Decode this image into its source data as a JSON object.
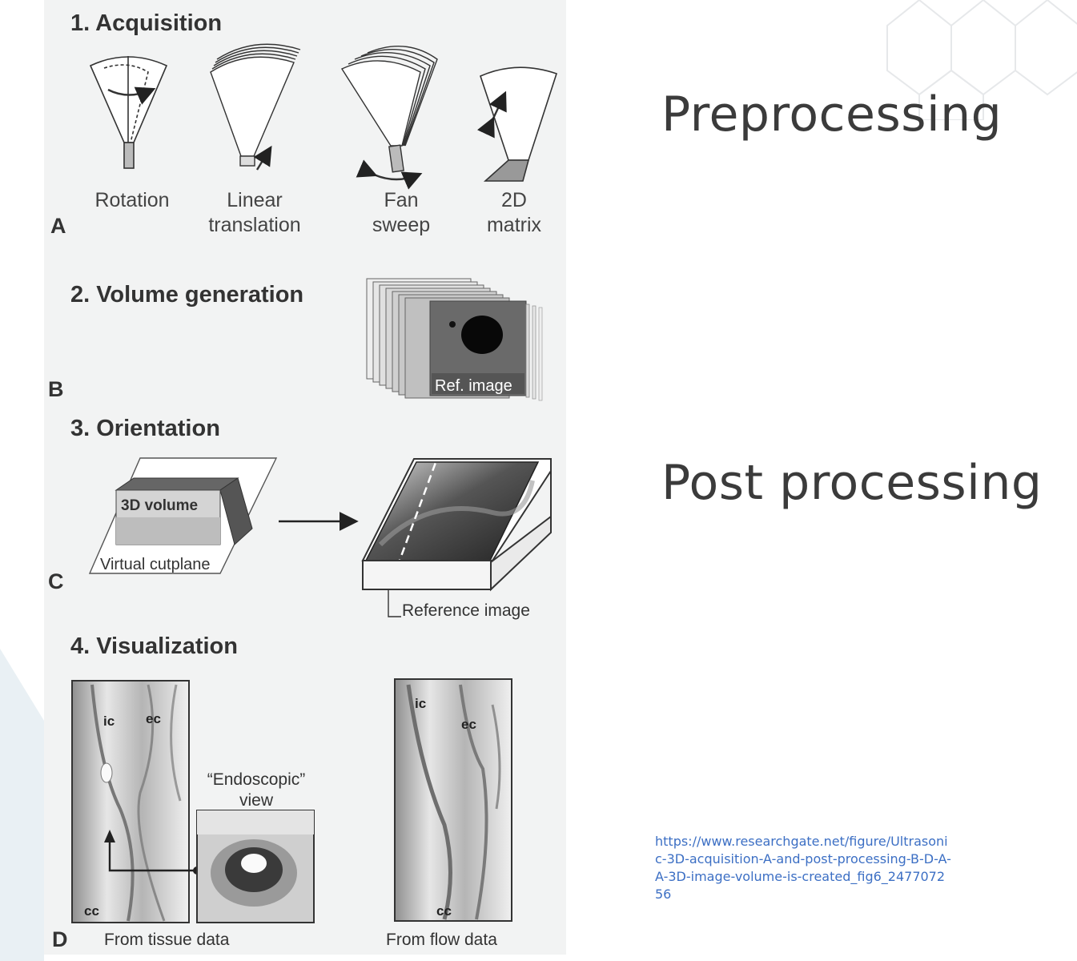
{
  "slide": {
    "heading_preprocessing": "Preprocessing",
    "heading_postprocessing": "Post processing",
    "source_link": "https://www.researchgate.net/figure/Ultrasonic-3D-acquisition-A-and-post-processing-B-D-A-A-3D-image-volume-is-created_fig6_247707256",
    "link_color": "#3c6fc4"
  },
  "figure": {
    "section1": {
      "title": "1. Acquisition",
      "letter": "A",
      "methods": [
        {
          "line1": "Rotation",
          "line2": ""
        },
        {
          "line1": "Linear",
          "line2": "translation"
        },
        {
          "line1": "Fan",
          "line2": "sweep"
        },
        {
          "line1": "2D",
          "line2": "matrix"
        }
      ]
    },
    "section2": {
      "title": "2. Volume generation",
      "letter": "B",
      "ref_label": "Ref. image"
    },
    "section3": {
      "title": "3. Orientation",
      "letter": "C",
      "volume_label": "3D volume",
      "cutplane_label": "Virtual cutplane",
      "reference_label": "Reference image"
    },
    "section4": {
      "title": "4. Visualization",
      "letter": "D",
      "endoscopic_line1": "“Endoscopic”",
      "endoscopic_line2": "view",
      "tissue_caption": "From tissue data",
      "flow_caption": "From flow data",
      "labels": {
        "ic": "ic",
        "ec": "ec",
        "cc": "cc"
      }
    }
  }
}
